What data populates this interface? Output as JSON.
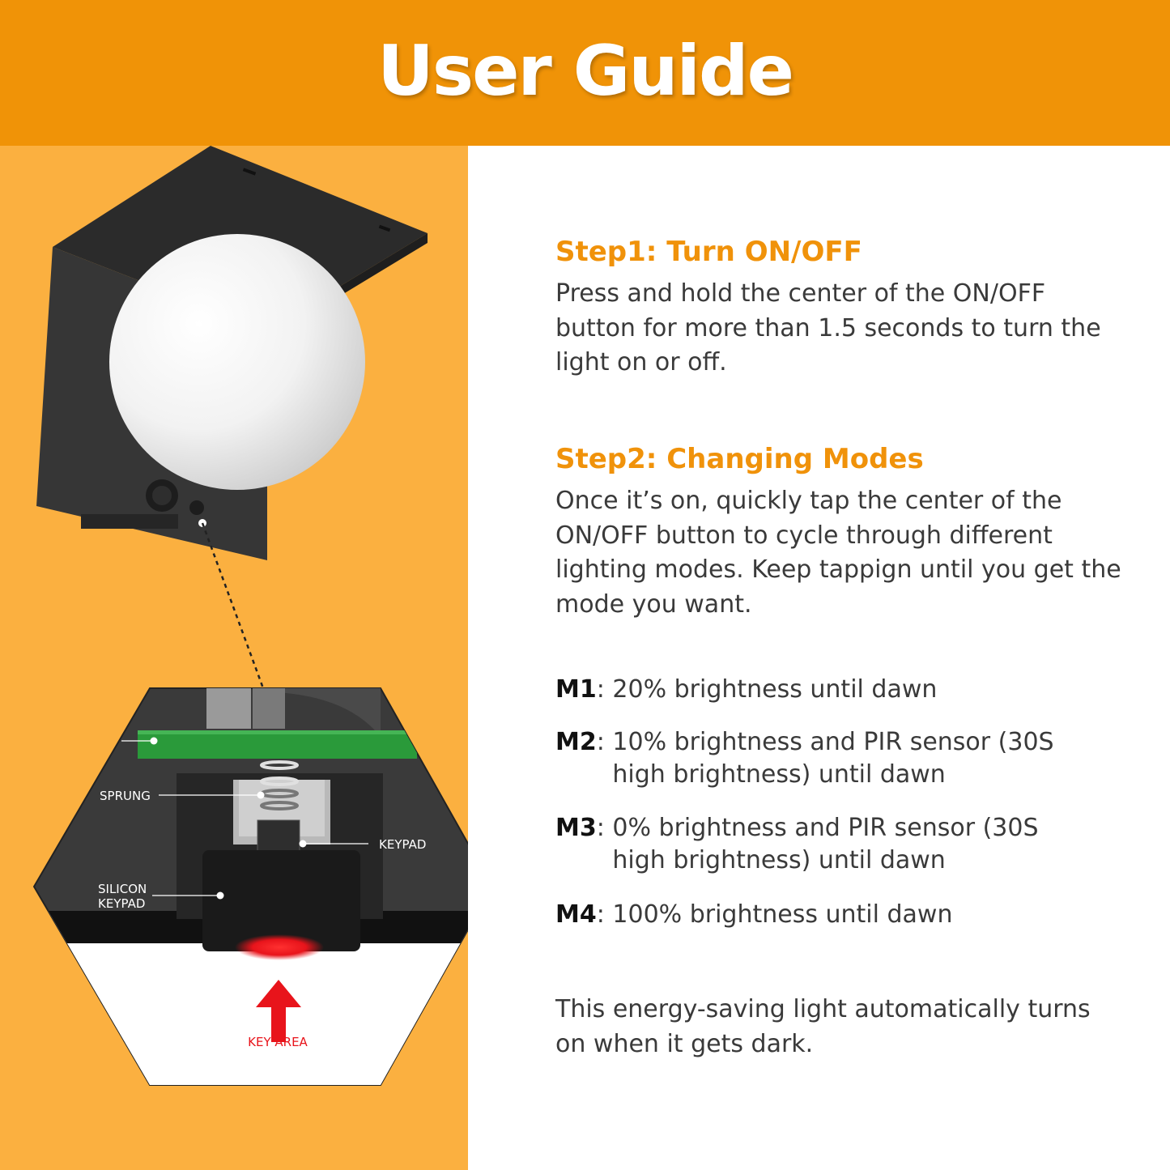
{
  "header": {
    "title": "User Guide"
  },
  "steps": [
    {
      "title": "Step1: Turn ON/OFF",
      "text": "Press and hold the center of the ON/OFF button for more than 1.5 seconds to turn the light on or off."
    },
    {
      "title": "Step2: Changing Modes",
      "text": "Once it’s on, quickly tap the center of the ON/OFF button to cycle through different lighting modes. Keep tappign until you get the mode you want."
    }
  ],
  "modes": [
    {
      "code": "M1",
      "text": "20% brightness until dawn"
    },
    {
      "code": "M2",
      "text": "10% brightness and PIR sensor (30S high brightness) until dawn"
    },
    {
      "code": "M3",
      "text": "0% brightness and PIR sensor (30S high brightness) until dawn"
    },
    {
      "code": "M4",
      "text": "100% brightness until dawn"
    }
  ],
  "footer": {
    "text": "This energy-saving light automatically turns on when it gets dark."
  },
  "diagram": {
    "labels": {
      "sprung": "SPRUNG",
      "keypad": "KEYPAD",
      "silicon_line1": "SILICON",
      "silicon_line2": "KEYPAD",
      "key_area": "KEY AREA"
    }
  },
  "colors": {
    "banner": "#f09307",
    "left_panel": "#fbb040",
    "step_title": "#f0920a",
    "body_text": "#3a3a3a",
    "key_area": "#e8141b"
  }
}
